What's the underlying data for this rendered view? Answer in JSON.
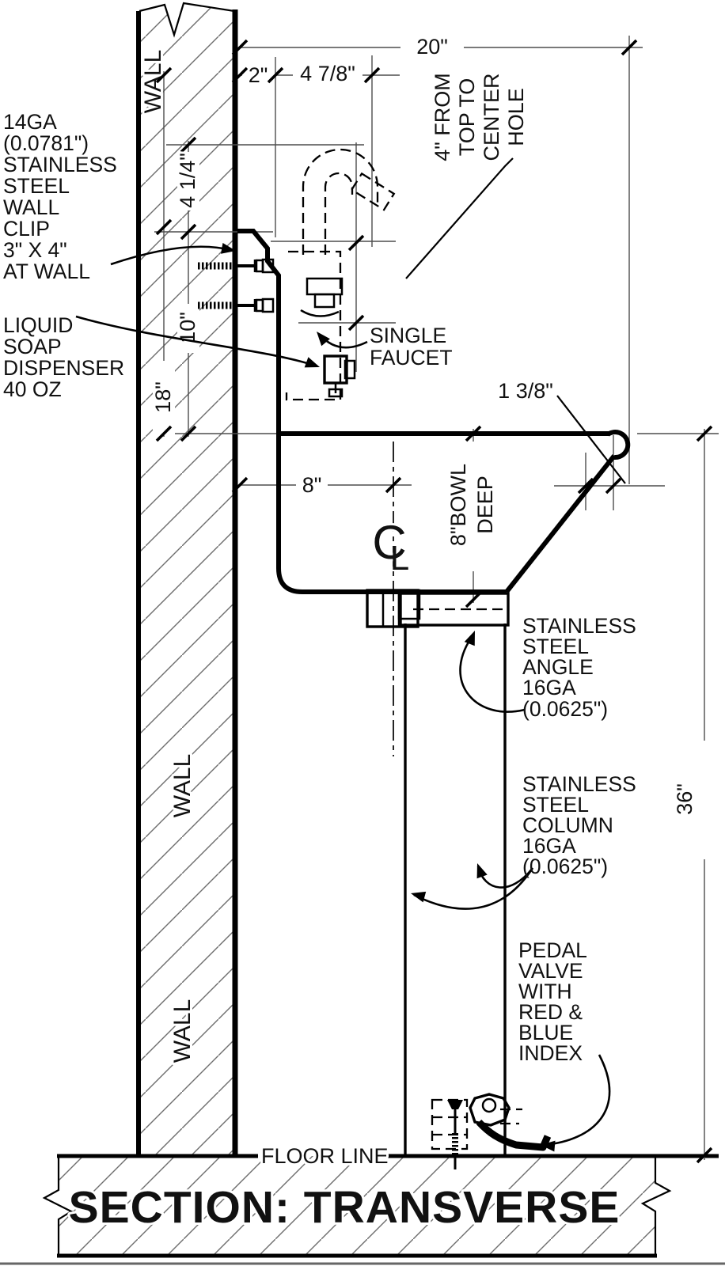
{
  "drawing": {
    "title": "SECTION: TRANSVERSE",
    "floor_line": "FLOOR LINE",
    "wall": "WALL"
  },
  "symbols": {
    "centerline_c": "C",
    "centerline_l": "L"
  },
  "dims": {
    "w20": "20\"",
    "w2": "2\"",
    "w478": "4 7/8\"",
    "hole1": "4\" FROM",
    "hole2": "TOP TO",
    "hole3": "CENTER",
    "hole4": "HOLE",
    "h414": "4 1/4\"",
    "h10": "10\"",
    "h18": "18\"",
    "w8": "8\"",
    "bowl1": "8\"BOWL",
    "bowl2": "DEEP",
    "rim138": "1 3/8\"",
    "h36": "36\""
  },
  "notes": {
    "wall_clip": [
      "14GA",
      "(0.0781\")",
      "STAINLESS",
      "STEEL",
      "WALL",
      "CLIP",
      "3\" X 4\"",
      "AT WALL"
    ],
    "soap": [
      "LIQUID",
      "SOAP",
      "DISPENSER",
      "40 OZ"
    ],
    "faucet": [
      "SINGLE",
      "FAUCET"
    ],
    "angle": [
      "STAINLESS",
      "STEEL",
      "ANGLE",
      "16GA",
      "(0.0625\")"
    ],
    "column": [
      "STAINLESS",
      "STEEL",
      "COLUMN",
      "16GA",
      "(0.0625\")"
    ],
    "pedal": [
      "PEDAL",
      "VALVE",
      "WITH",
      "RED &",
      "BLUE",
      "INDEX"
    ]
  }
}
